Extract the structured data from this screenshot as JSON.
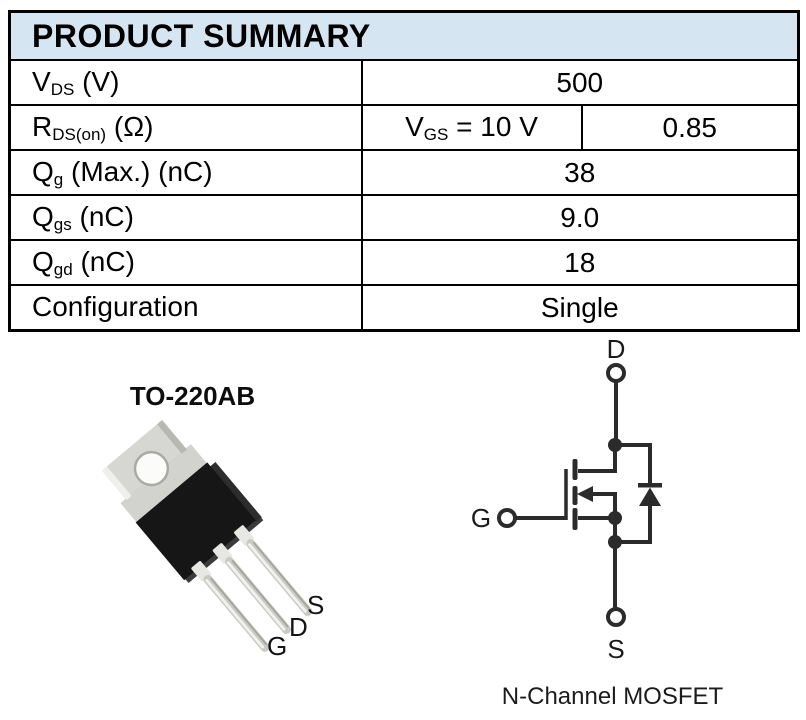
{
  "table": {
    "title": "PRODUCT SUMMARY",
    "header_bg": "#d5e5f1",
    "border_color": "#000000",
    "rows": {
      "vds": {
        "pre": "V",
        "sub": "DS",
        "post": " (V)",
        "value": "500"
      },
      "rdson": {
        "pre": "R",
        "sub": "DS(on)",
        "post": " (Ω)",
        "cond_pre": "V",
        "cond_sub": "GS",
        "cond_post": " = 10 V",
        "value": "0.85"
      },
      "qg": {
        "pre": "Q",
        "sub": "g",
        "post": " (Max.) (nC)",
        "value": "38"
      },
      "qgs": {
        "pre": "Q",
        "sub": "gs",
        "post": " (nC)",
        "value": "9.0"
      },
      "qgd": {
        "pre": "Q",
        "sub": "gd",
        "post": " (nC)",
        "value": "18"
      },
      "config": {
        "pre": "Configuration",
        "sub": "",
        "post": "",
        "value": "Single"
      }
    }
  },
  "package": {
    "title": "TO-220AB",
    "pins": {
      "g": "G",
      "d": "D",
      "s": "S"
    },
    "colors": {
      "tab": "#d6d6d2",
      "body": "#161616",
      "lead": "#c9c9c5"
    }
  },
  "schematic": {
    "terminals": {
      "d": "D",
      "g": "G",
      "s": "S"
    },
    "caption": "N-Channel MOSFET",
    "line_color": "#2b2b2b"
  }
}
